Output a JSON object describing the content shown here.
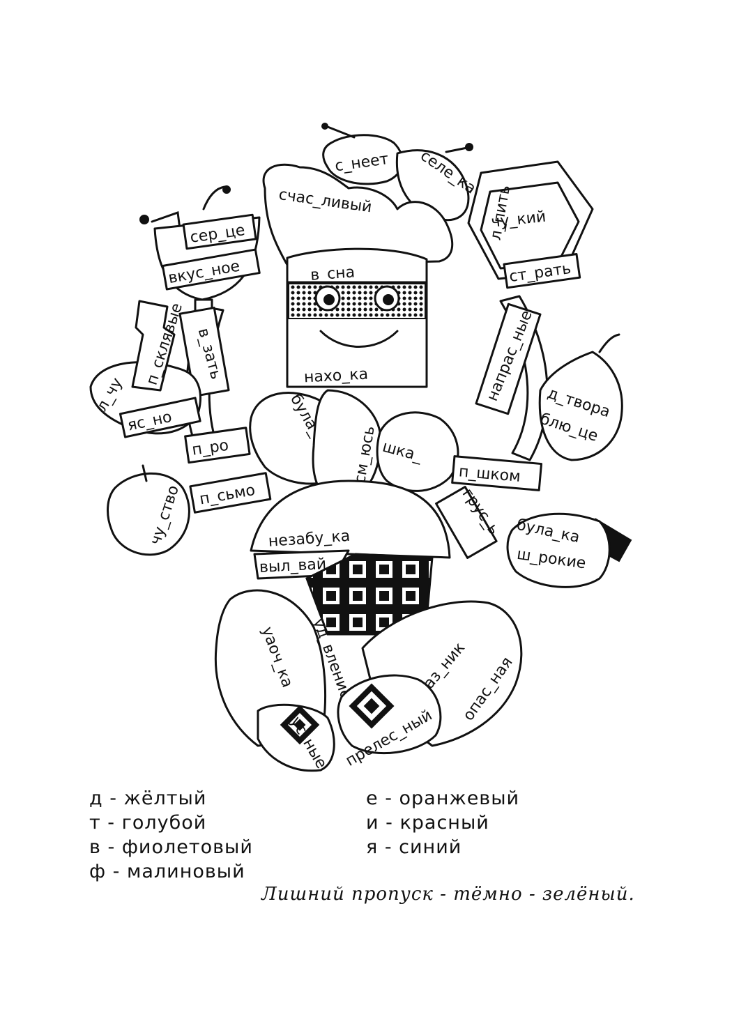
{
  "words": {
    "c_neet": "с_неет",
    "sele_ka": "селе_ка",
    "schas_livyy": "счас_ливый",
    "l_pit": "л_пить",
    "chu_kiy": "чу_кий",
    "st_rat": "ст_рать",
    "ser_ce": "сер_це",
    "vkus_noe": "вкус_ное",
    "v_sna": "в_сна",
    "naho_ka": "нахо_ка",
    "v_zat": "в_зать",
    "napras_nye": "напрас_ные",
    "p_sklyavye": "п_склявые",
    "l_chu": "л_чу",
    "yas_no": "яс_но",
    "d_tvora": "д_твора",
    "blyu_ce": "блю_це",
    "bula_ka_1": "була_ка",
    "sm_yus": "см_юсь",
    "shka_": "шка_",
    "p_ro": "п_ро",
    "p_shkom": "п_шком",
    "chu_stvo": "чу_ство",
    "p_smo": "п_сьмо",
    "grus_": "грус_ь",
    "bula_ka_2": "була_ка",
    "sh_rokie": "ш_рокие",
    "nezabu_ka": "незабу_ка",
    "vyl_vay": "выл_вай",
    "uaoch_ka": "уаоч_ка",
    "ud_vlenie": "уд_вление",
    "praz_nik": "праз_ник",
    "opas_naya": "опас_ная",
    "us_nye": "ус_ные",
    "preles_nyy": "прелес_ный"
  },
  "legend": {
    "d": "д - жёлтый",
    "t": "т - голубой",
    "v": "в - фиолетовый",
    "f": "ф - малиновый",
    "e": "е - оранжевый",
    "i": "и - красный",
    "ya": "я - синий",
    "note": "Лишний  пропуск - тёмно - зелёный."
  }
}
